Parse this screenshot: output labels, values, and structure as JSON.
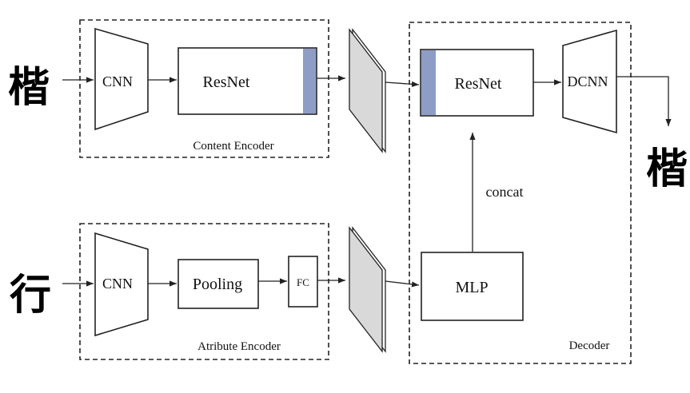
{
  "inputs": {
    "content_char": "楷",
    "attribute_char": "行",
    "output_char": "楷"
  },
  "content_encoder": {
    "caption": "Content Encoder",
    "cnn_label": "CNN",
    "resnet_label": "ResNet"
  },
  "attribute_encoder": {
    "caption": "Atribute Encoder",
    "cnn_label": "CNN",
    "pooling_label": "Pooling",
    "fc_label": "FC"
  },
  "decoder": {
    "caption": "Decoder",
    "resnet_label": "ResNet",
    "dcnn_label": "DCNN",
    "mlp_label": "MLP",
    "concat_label": "concat"
  },
  "colors": {
    "resnet_stripe": "#8e9dc6",
    "feature_map": "#d9d9d9",
    "line": "#222222"
  }
}
